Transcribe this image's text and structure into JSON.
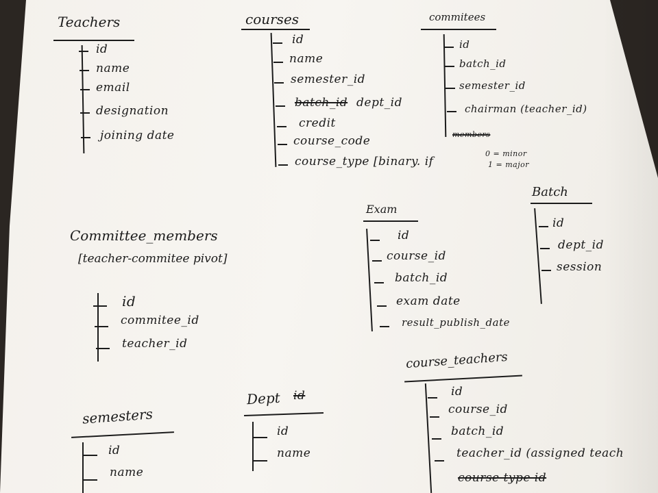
{
  "tables": {
    "teachers": {
      "title": "Teachers",
      "fields": [
        "id",
        "name",
        "email",
        "designation",
        "joining date"
      ]
    },
    "courses": {
      "title": "courses",
      "fields": [
        "id",
        "name",
        "semester_id",
        "dept_id",
        "credit",
        "course_code",
        "course_type [binary. if"
      ],
      "struck": "batch_id",
      "type_note": [
        "0 = minor",
        "1 = major"
      ]
    },
    "commitees": {
      "title": "commitees",
      "fields": [
        "id",
        "batch_id",
        "semester_id",
        "chairman (teacher_id)"
      ],
      "struck": "members"
    },
    "committee_members": {
      "title": "Committee_members",
      "subtitle": "[teacher-commitee pivot]",
      "fields": [
        "id",
        "commitee_id",
        "teacher_id"
      ]
    },
    "exam": {
      "title": "Exam",
      "fields": [
        "id",
        "course_id",
        "batch_id",
        "exam date",
        "result_publish_date"
      ]
    },
    "batch": {
      "title": "Batch",
      "fields": [
        "id",
        "dept_id",
        "session"
      ]
    },
    "course_teachers": {
      "title": "course_teachers",
      "fields": [
        "id",
        "course_id",
        "batch_id",
        "teacher_id (assigned teach"
      ],
      "struck": "course type id"
    },
    "semesters": {
      "title": "semesters",
      "fields": [
        "id",
        "name"
      ]
    },
    "dept": {
      "title": "Dept",
      "struck": "id",
      "fields": [
        "id",
        "name"
      ]
    }
  }
}
